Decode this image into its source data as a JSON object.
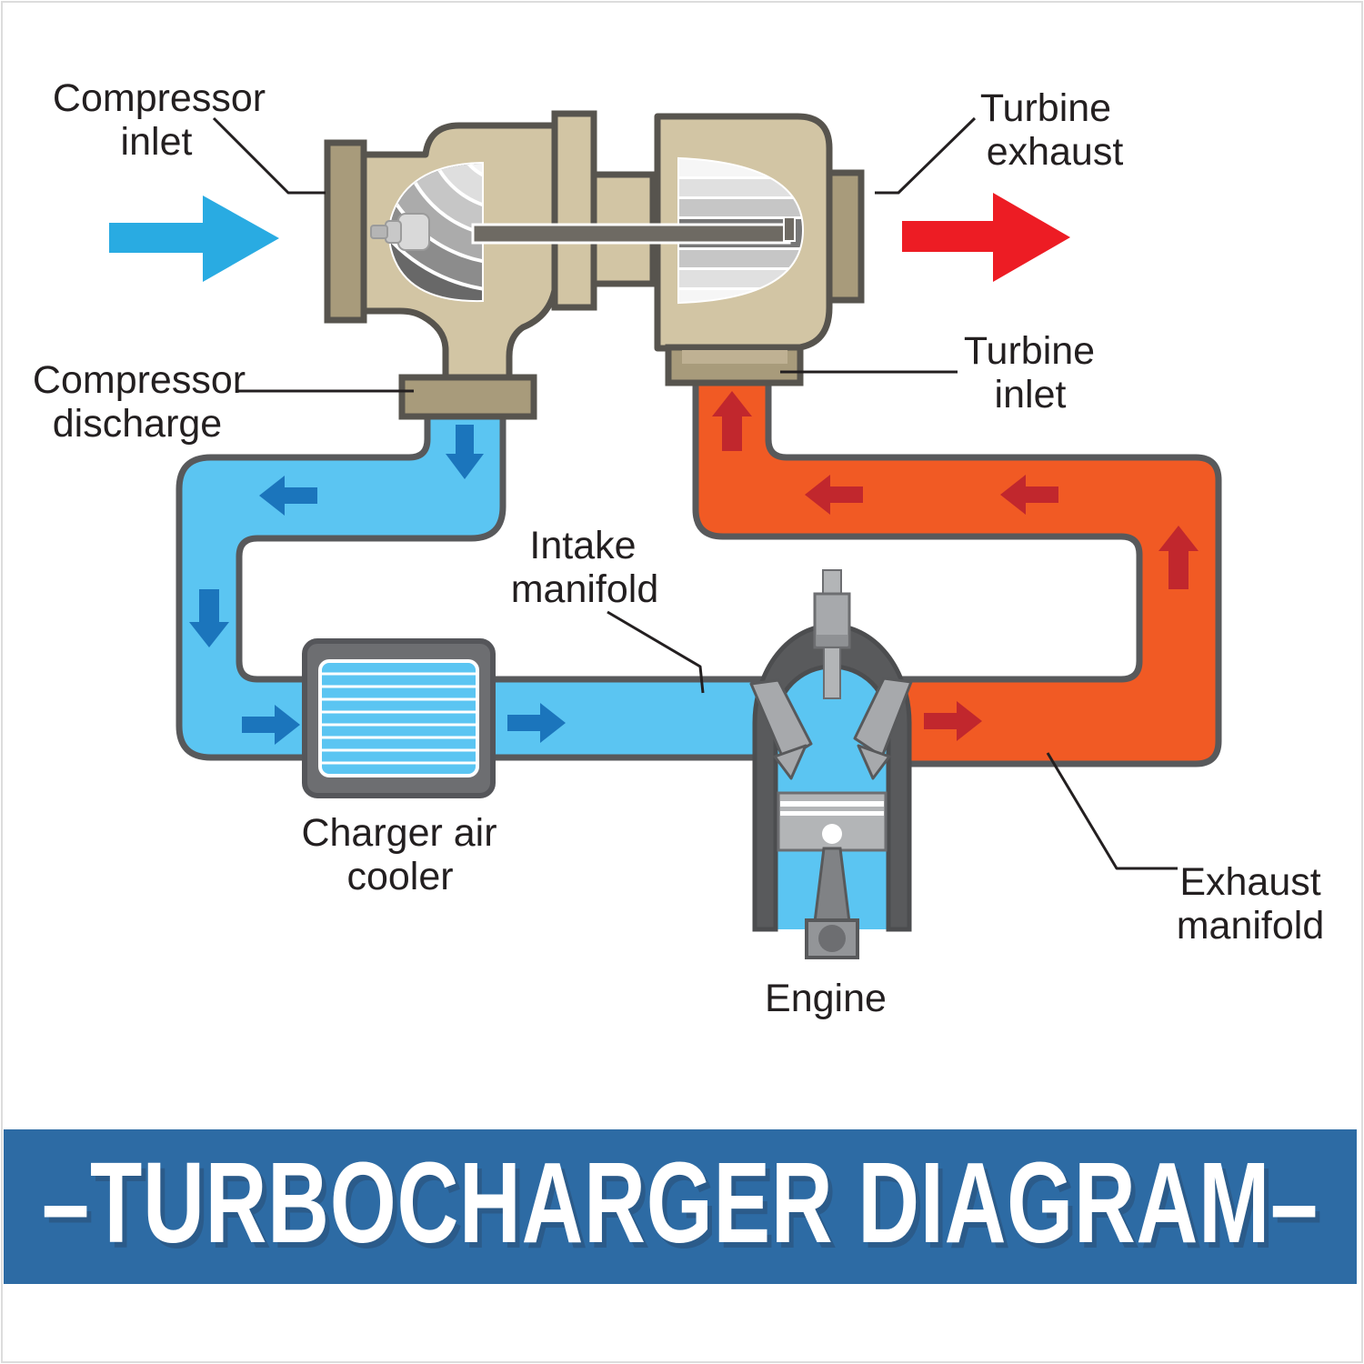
{
  "diagram": {
    "labels": {
      "compressor_inlet": {
        "line1": "Compressor",
        "line2": "inlet"
      },
      "compressor_discharge": {
        "line1": "Compressor",
        "line2": "discharge"
      },
      "turbine_exhaust": {
        "line1": "Turbine",
        "line2": "exhaust"
      },
      "turbine_inlet": {
        "line1": "Turbine",
        "line2": "inlet"
      },
      "intake_manifold": {
        "line1": "Intake",
        "line2": "manifold"
      },
      "charger_air_cooler": {
        "line1": "Charger air",
        "line2": "cooler"
      },
      "engine": {
        "line1": "Engine"
      },
      "exhaust_manifold": {
        "line1": "Exhaust",
        "line2": "manifold"
      }
    },
    "banner": {
      "title": "–TURBOCHARGER DIAGRAM–"
    },
    "colors": {
      "intake_air_pipe": "#5bc5f2",
      "intake_pipe_arrow": "#1b75bc",
      "inlet_big_arrow": "#29abe2",
      "exhaust_gas_pipe": "#f15a24",
      "exhaust_pipe_arrow": "#c1272d",
      "exhaust_big_arrow": "#ed1c24",
      "housing_tan": "#d2c5a4",
      "flange_tan": "#a89b7b",
      "outline_dark": "#57544e",
      "engine_gray": "#595a5c",
      "cooler_frame_gray": "#6d6e71",
      "banner_background": "#2d6ba4",
      "banner_text": "#ffffff",
      "label_text": "#231f20"
    }
  }
}
